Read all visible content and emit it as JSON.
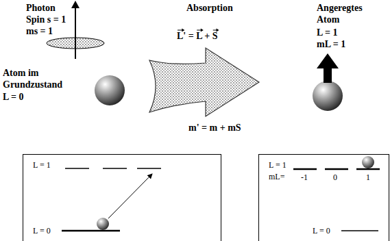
{
  "diagram": {
    "nodes": [
      {
        "text": [
          "L = 1",
          "L = 0"
        ]
      },
      {
        "text": [
          "L = 1",
          "mL=",
          "-1",
          "0",
          "1",
          "L = 0"
        ]
      }
    ],
    "labels": [
      "Photon",
      "Spin s = 1",
      "ms = 1",
      "Absorption",
      "L' = L + S",
      "m' = m + mS",
      "Atom im Grundzustand",
      "L = 0",
      "Angeregtes Atom",
      "L = 1",
      "mL = 1"
    ]
  }
}
